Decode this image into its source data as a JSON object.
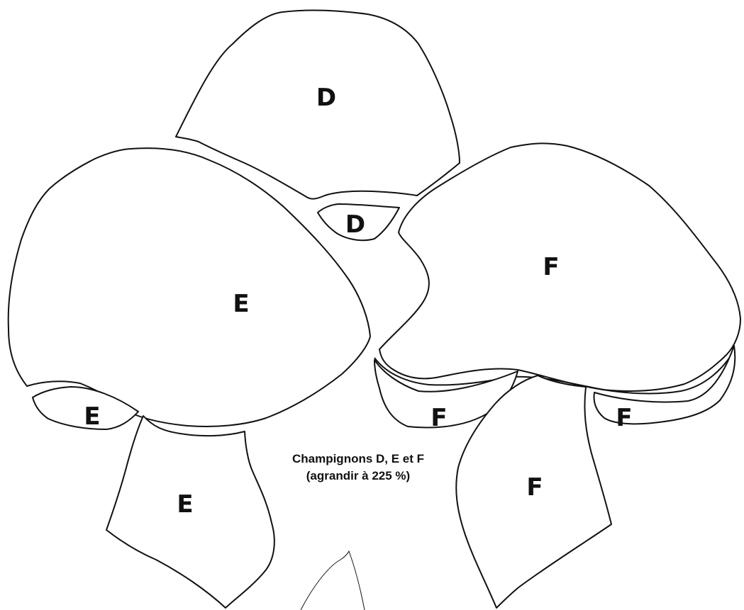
{
  "pieces": {
    "d_cap": "D",
    "d_gill": "D",
    "e_cap": "E",
    "e_gill": "E",
    "e_stem": "E",
    "f_cap": "F",
    "f_gill_left": "F",
    "f_gill_right": "F",
    "f_stem": "F"
  },
  "caption": {
    "line1": "Champignons D, E et F",
    "line2": "(agrandir à 225 %)"
  }
}
